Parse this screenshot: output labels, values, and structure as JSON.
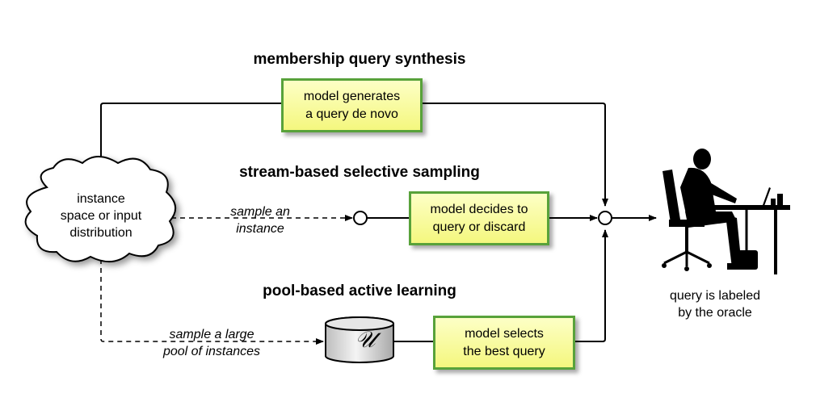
{
  "titles": {
    "membership": "membership query synthesis",
    "stream": "stream-based selective sampling",
    "pool": "pool-based active learning"
  },
  "boxes": {
    "membership": {
      "line1": "model generates",
      "line2": "a query de novo"
    },
    "stream": {
      "line1": "model decides to",
      "line2": "query or discard"
    },
    "pool": {
      "line1": "model selects",
      "line2": "the best query"
    }
  },
  "cloud": {
    "line1": "instance",
    "line2": "space or input",
    "line3": "distribution"
  },
  "edge_labels": {
    "stream": {
      "line1": "sample an",
      "line2": "instance"
    },
    "pool": {
      "line1": "sample a large",
      "line2": "pool of instances"
    }
  },
  "pool_symbol": "𝒰",
  "oracle": {
    "line1": "query is labeled",
    "line2": "by the oracle"
  }
}
